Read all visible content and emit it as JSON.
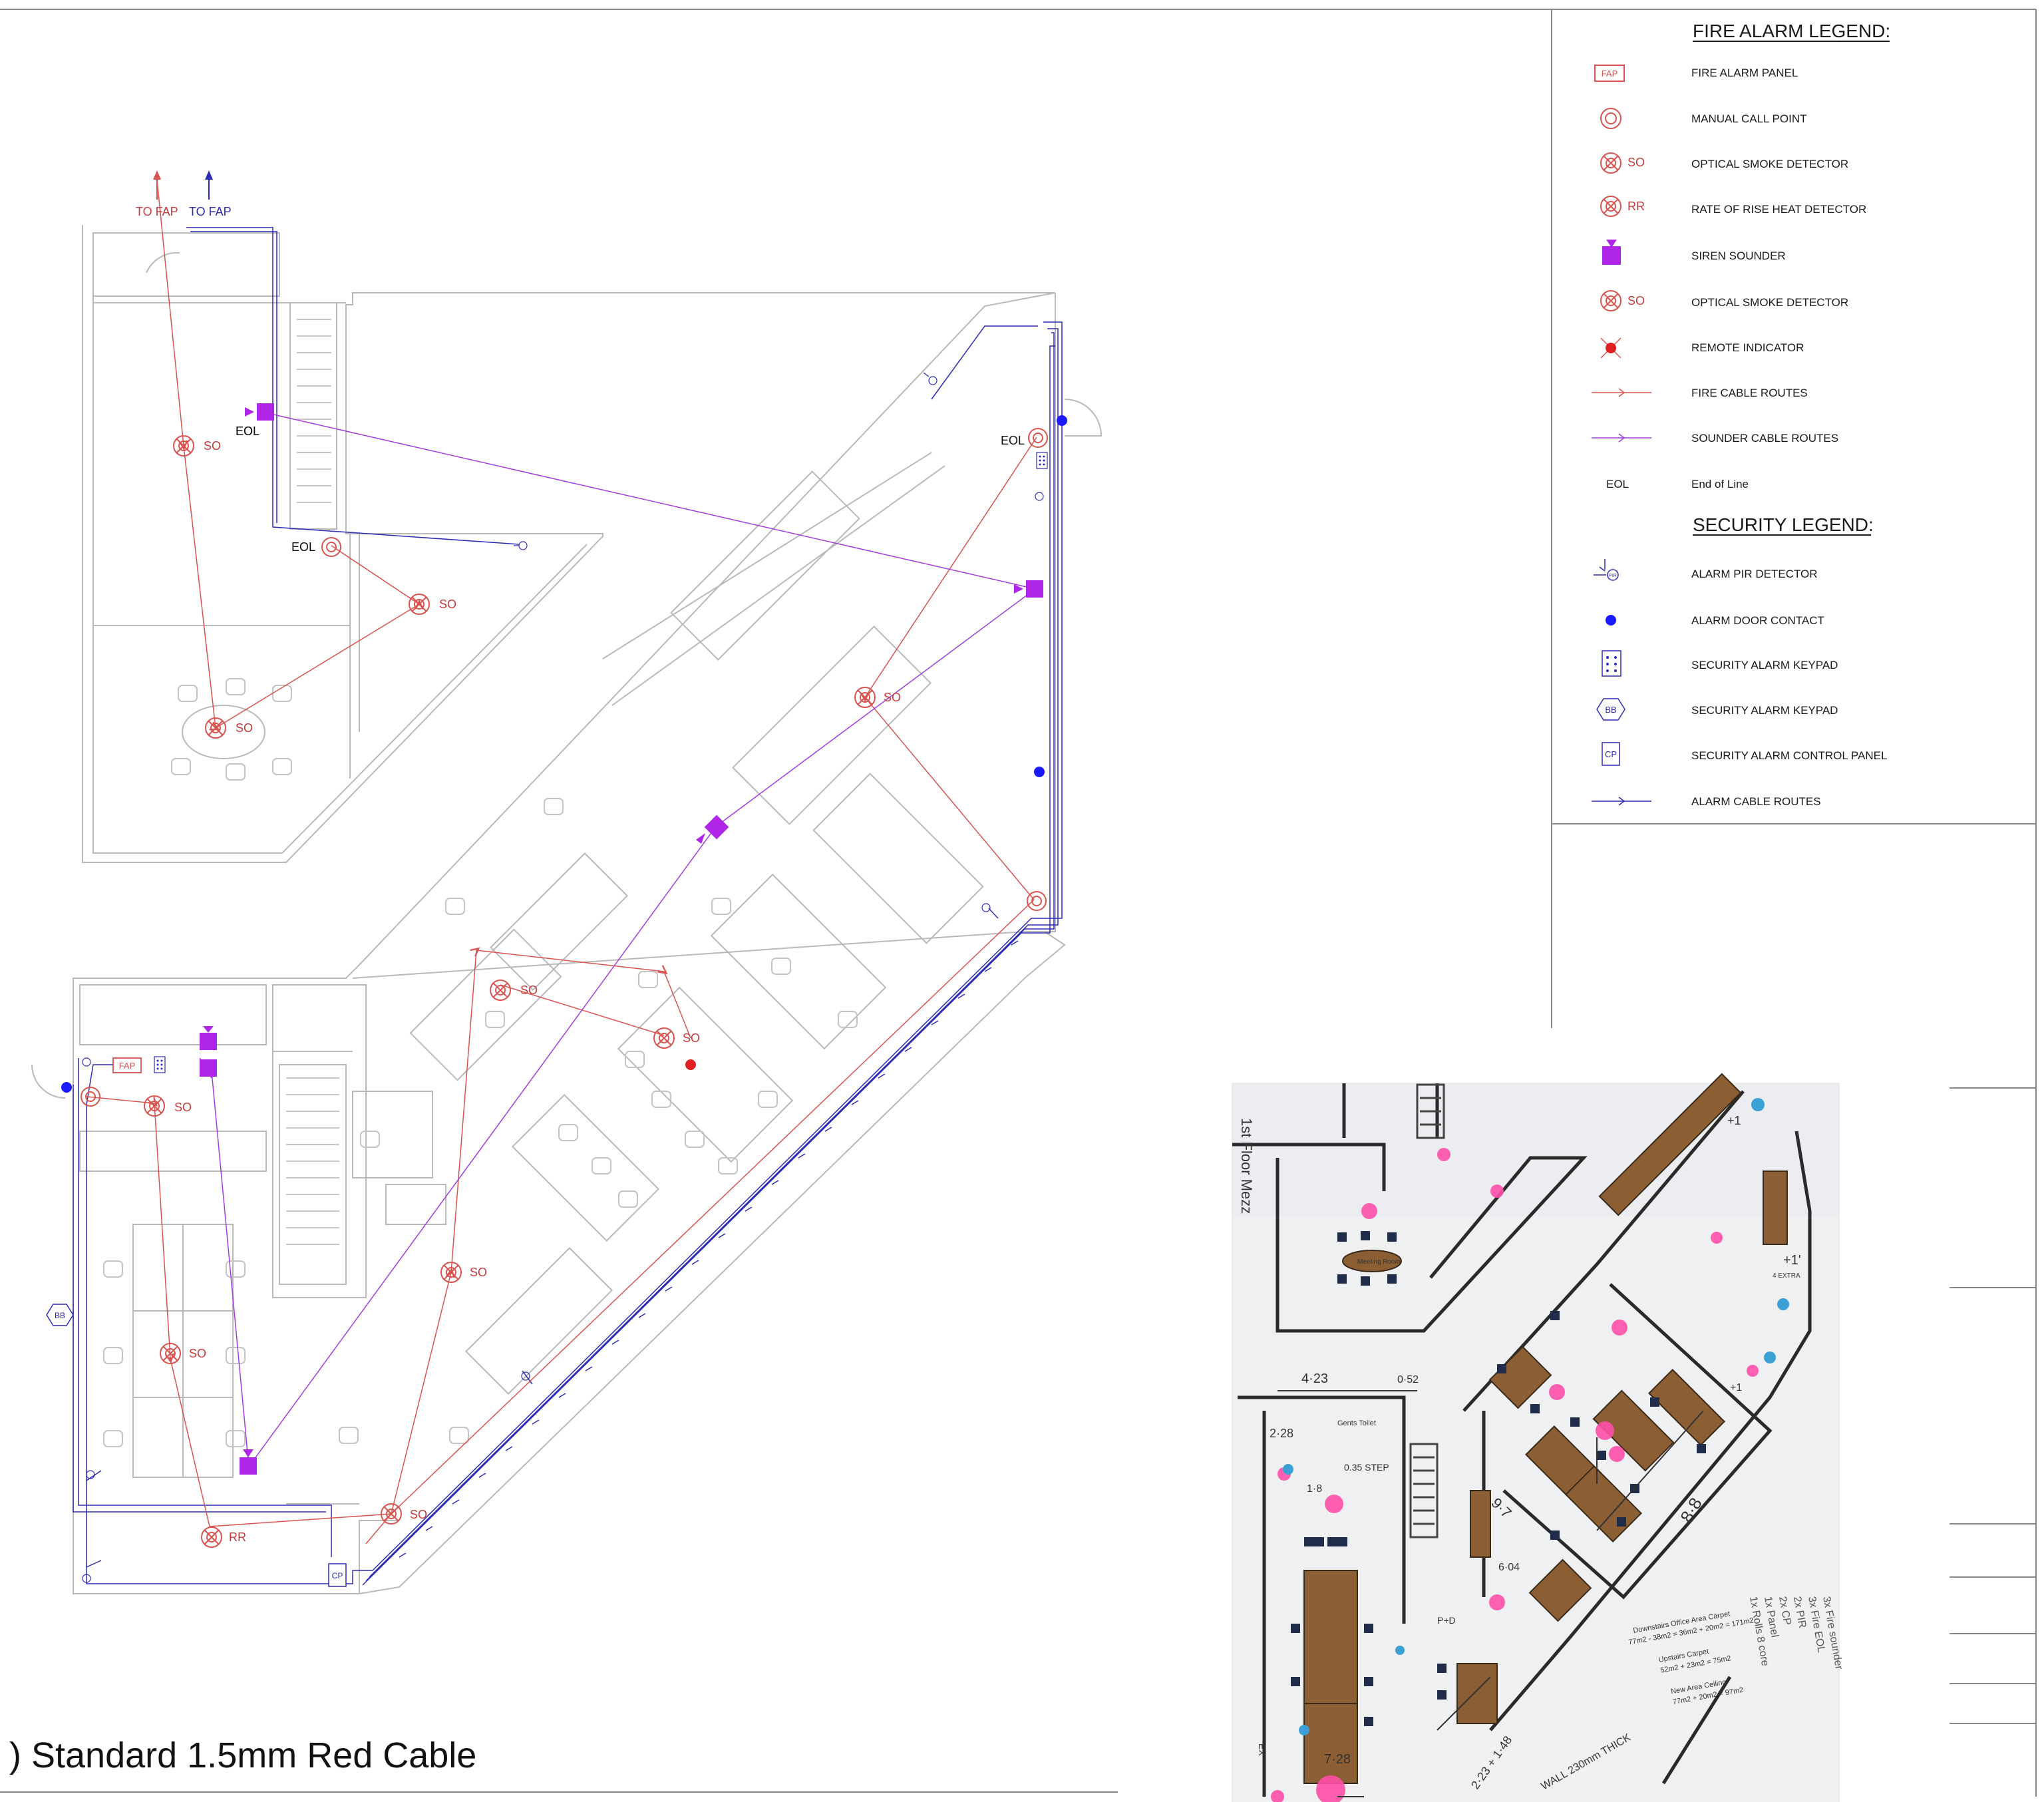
{
  "legend": {
    "fire_title": "FIRE ALARM LEGEND:",
    "fire_items": [
      {
        "symbol": "FAP",
        "label": "FIRE ALARM PANEL"
      },
      {
        "symbol": "",
        "label": "MANUAL CALL POINT"
      },
      {
        "symbol": "SO",
        "label": "OPTICAL SMOKE DETECTOR"
      },
      {
        "symbol": "RR",
        "label": "RATE OF RISE HEAT DETECTOR"
      },
      {
        "symbol": "",
        "label": "SIREN SOUNDER"
      },
      {
        "symbol": "SO",
        "label": "OPTICAL SMOKE DETECTOR"
      },
      {
        "symbol": "",
        "label": "REMOTE INDICATOR"
      },
      {
        "symbol": "",
        "label": "FIRE CABLE ROUTES"
      },
      {
        "symbol": "",
        "label": "SOUNDER CABLE ROUTES"
      },
      {
        "symbol": "EOL",
        "label": "End of Line"
      }
    ],
    "security_title": "SECURITY LEGEND:",
    "security_items": [
      {
        "symbol": "PIR",
        "label": "ALARM PIR DETECTOR"
      },
      {
        "symbol": "",
        "label": "ALARM DOOR CONTACT"
      },
      {
        "symbol": "",
        "label": "SECURITY ALARM KEYPAD"
      },
      {
        "symbol": "BB",
        "label": "SECURITY ALARM KEYPAD"
      },
      {
        "symbol": "CP",
        "label": "SECURITY ALARM CONTROL PANEL"
      },
      {
        "symbol": "",
        "label": "ALARM CABLE ROUTES"
      }
    ]
  },
  "plan": {
    "to_fap_red": "TO FAP",
    "to_fap_blue": "TO FAP",
    "eol": "EOL",
    "so": "SO",
    "rr": "RR",
    "fap": "FAP",
    "bb": "BB",
    "cp": "CP"
  },
  "photo": {
    "labels": {
      "floor": "1st Floor Mezz",
      "meeting_room": "Meeting Room",
      "gents_toilet": "Gents Toilet",
      "dim_423": "4·23",
      "dim_052": "0·52",
      "dim_228": "2·28",
      "dim_18": "1·8",
      "dim_035": "0.35 STEP",
      "dim_97": "9·7",
      "dim_604": "6·04",
      "dim_88": "8·8",
      "dim_728": "7·28",
      "dim_223": "2·23 + 1·48",
      "wall_note": "WALL 230mm THICK",
      "pod": "P+D",
      "ex": "EX",
      "plus1": "+1",
      "plus1b": "+1'",
      "plus1c": "+1",
      "extra": "4 EXTRA"
    },
    "notes": [
      "Downstairs Office Area Carpet",
      "77m2 - 38m2 = 36m2 + 20m2 = 171m2",
      "Upstairs Carpet",
      "52m2 + 23m2 = 75m2",
      "New Area Ceiling",
      "77m2 + 20m2 = 97m2"
    ],
    "side_notes": [
      "3x Fire sounder",
      "3x Fire EOL",
      "2x PIR",
      "2x CP",
      "1x Panel",
      "1x Rolls 8 core"
    ]
  },
  "footer": {
    "cable_note": ") Standard 1.5mm Red Cable"
  },
  "colors": {
    "fire": "#d9534f",
    "sounder": "#a23ce0",
    "alarm": "#2b2bb5",
    "wall": "#bdbdbd",
    "device_purple": "#b026e8",
    "door_contact": "#1a1aff",
    "remote": "#e02020"
  }
}
